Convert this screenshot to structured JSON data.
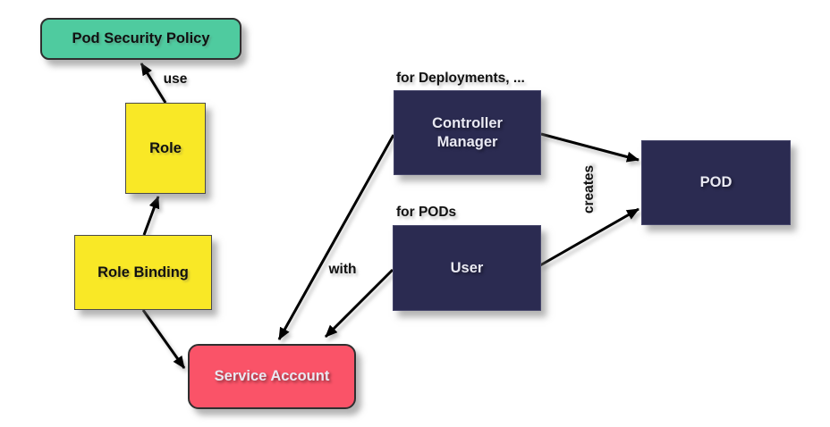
{
  "colors": {
    "bg": "#ffffff",
    "teal": "#4fcb9f",
    "yellow": "#f9e826",
    "pink": "#fa5368",
    "navy": "#2b2b51",
    "arrow": "#000000",
    "dark-text": "#111111",
    "light-text": "#e9e9f2"
  },
  "nodes": {
    "pod_security_policy": {
      "label": "Pod Security Policy",
      "shape": "rounded-rect",
      "color": "#4fcb9f"
    },
    "role": {
      "label": "Role",
      "shape": "rect",
      "color": "#f9e826"
    },
    "role_binding": {
      "label": "Role Binding",
      "shape": "rect",
      "color": "#f9e826"
    },
    "service_account": {
      "label": "Service Account",
      "shape": "rounded-rect",
      "color": "#fa5368"
    },
    "controller_manager": {
      "label": "Controller Manager",
      "shape": "rect",
      "color": "#2b2b51"
    },
    "user": {
      "label": "User",
      "shape": "rect",
      "color": "#2b2b51"
    },
    "pod": {
      "label": "POD",
      "shape": "rect",
      "color": "#2b2b51"
    }
  },
  "labels": {
    "use": "use",
    "with": "with",
    "creates": "creates",
    "for_deployments": "for Deployments, ...",
    "for_pods": "for PODs"
  },
  "edges": [
    {
      "from": "Role",
      "to": "Pod Security Policy",
      "label": "use"
    },
    {
      "from": "Role Binding",
      "to": "Role",
      "label": ""
    },
    {
      "from": "Role Binding",
      "to": "Service Account",
      "label": ""
    },
    {
      "from": "Controller Manager",
      "to": "Service Account",
      "label": "with"
    },
    {
      "from": "User",
      "to": "Service Account",
      "label": "with"
    },
    {
      "from": "Controller Manager",
      "to": "POD",
      "label": "creates"
    },
    {
      "from": "User",
      "to": "POD",
      "label": "creates"
    }
  ]
}
